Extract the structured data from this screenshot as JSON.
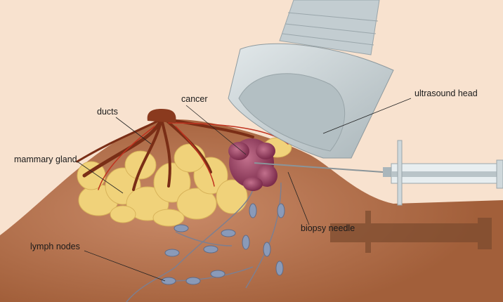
{
  "labels": {
    "ducts": "ducts",
    "cancer": "cancer",
    "ultrasound_head": "ultrasound head",
    "mammary_gland": "mammary gland",
    "biopsy_needle": "biopsy needle",
    "lymph_nodes": "lymph nodes"
  },
  "colors": {
    "background": "#f8e2cf",
    "skin": "#a7653f",
    "gland": "#f0d27a",
    "ducts": "#7a2e16",
    "tumor": "#8e3a5c",
    "probe": "#c9d3d6",
    "lymph_node": "#8a9ab8"
  }
}
